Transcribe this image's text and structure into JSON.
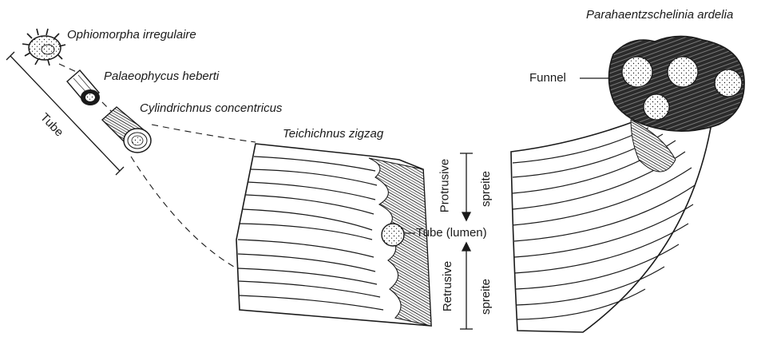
{
  "labels": {
    "ophiomorpha": "Ophiomorpha irregulaire",
    "palaeophycus": "Palaeophycus heberti",
    "cylindrichnus": "Cylindrichnus concentricus",
    "teichichnus": "Teichichnus zigzag",
    "parahaentzschelinia": "Parahaentzschelinia ardelia",
    "tube": "Tube",
    "tube_lumen": "Tube (lumen)",
    "funnel": "Funnel",
    "protrusive": "Protrusive",
    "retrusive": "Retrusive",
    "spreite_upper": "spreite",
    "spreite_lower": "spreite"
  },
  "colors": {
    "ink": "#1a1a1a",
    "background": "#ffffff"
  }
}
